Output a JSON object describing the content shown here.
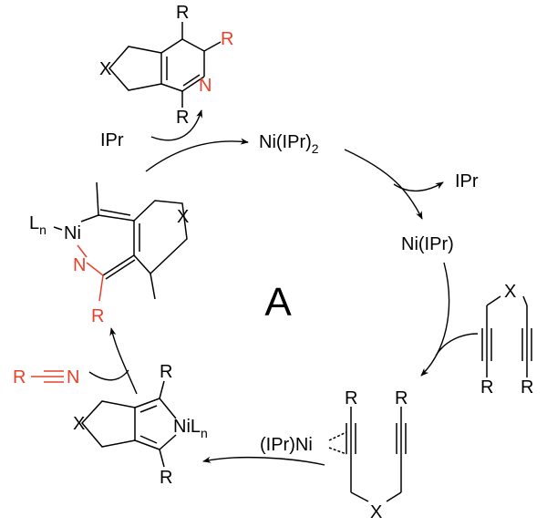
{
  "colors": {
    "ink": "#000000",
    "accent": "#e8412b"
  },
  "cycle_label": "A",
  "catalyst": {
    "bis": {
      "main": "Ni(IPr)",
      "sub": "2"
    },
    "mono": "Ni(IPr)",
    "ligand_released": "IPr",
    "ligand_added": "IPr",
    "alkyne_complex": "(IPr)Ni"
  },
  "pyridine_product": {
    "r_top": "R",
    "r_red": "R",
    "n_red": "N",
    "r_bottom": "R",
    "x": "X"
  },
  "diyne_substrate": {
    "x": "X",
    "r_left": "R",
    "r_right": "R"
  },
  "alkyne_complex_structure": {
    "r_left": "R",
    "r_right": "R",
    "x": "X"
  },
  "nickelacyclopentadiene": {
    "r_top": "R",
    "r_bottom": "R",
    "x": "X",
    "ni": "NiL",
    "ni_sub": "n"
  },
  "nitrile": {
    "r": "R",
    "n": "N"
  },
  "azanickelacycle": {
    "l": "L",
    "l_sub": "n",
    "ni": "Ni",
    "n_red": "N",
    "r_red": "R",
    "x": "X"
  }
}
